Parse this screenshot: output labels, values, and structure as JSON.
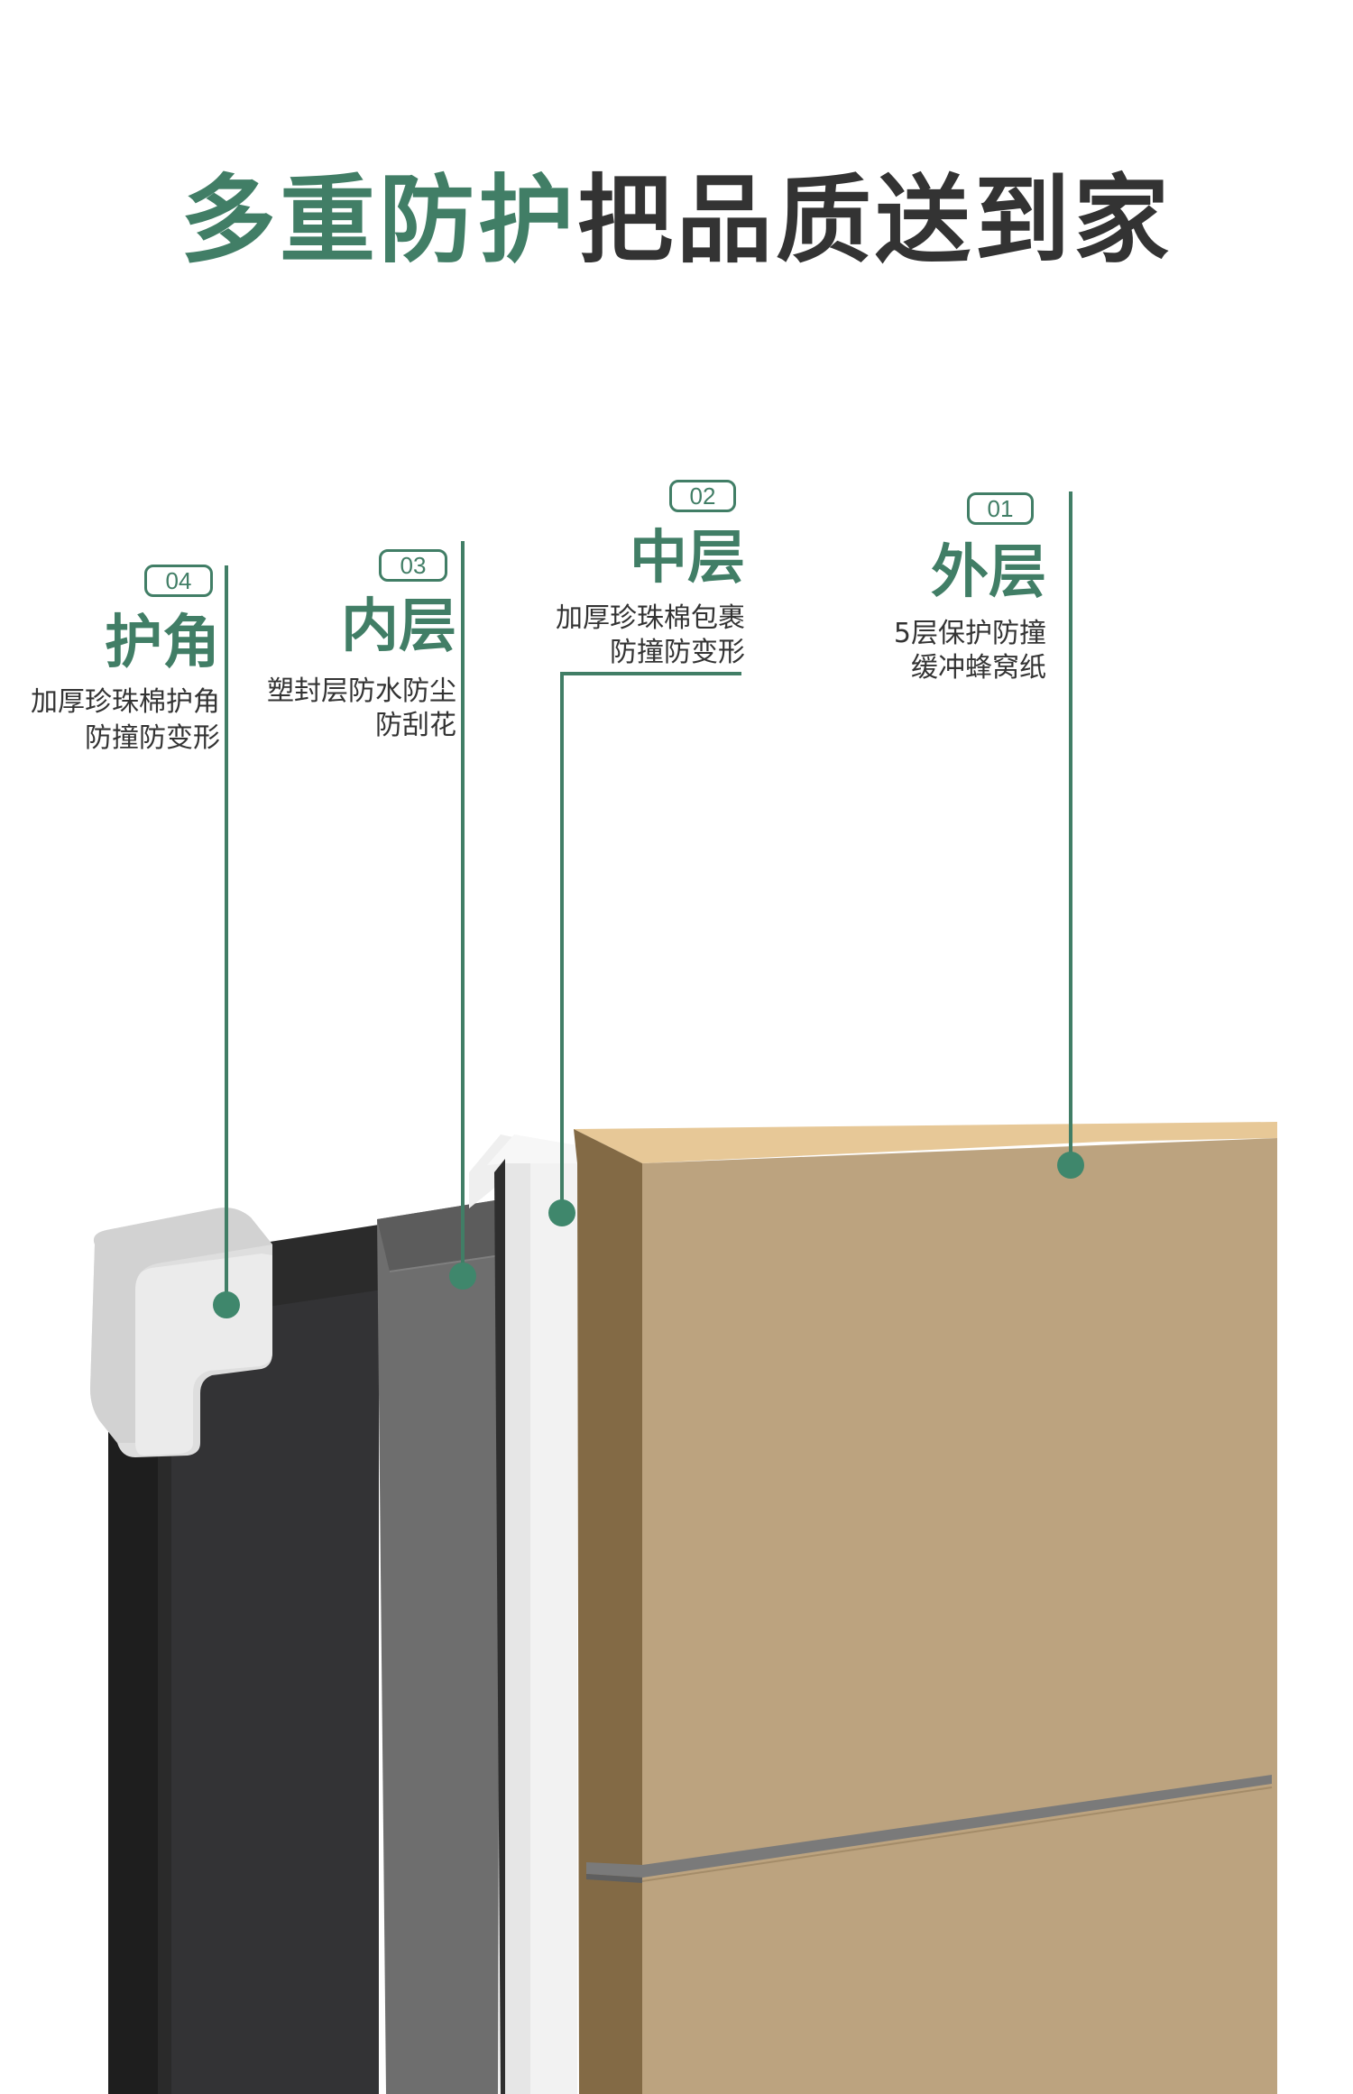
{
  "colors": {
    "accent_green": "#417e66",
    "dark_text": "#333333",
    "box_front": "#bca37f",
    "box_side": "#836a45",
    "box_top": "#e7c897",
    "panel_dark": "#333335",
    "panel_grey": "#6e6e6e",
    "foam_white": "#e8e8e8"
  },
  "title": {
    "green_part": "多重防护",
    "dark_part": "把品质送到家"
  },
  "layers": [
    {
      "number": "01",
      "heading": "外层",
      "desc_lines": [
        "5层保护防撞",
        "缓冲蜂窝纸"
      ]
    },
    {
      "number": "02",
      "heading": "中层",
      "desc_lines": [
        "加厚珍珠棉包裹",
        "防撞防变形"
      ]
    },
    {
      "number": "03",
      "heading": "内层",
      "desc_lines": [
        "塑封层防水防尘",
        "防刮花"
      ]
    },
    {
      "number": "04",
      "heading": "护角",
      "desc_lines": [
        "加厚珍珠棉护角",
        "防撞防变形"
      ]
    }
  ]
}
